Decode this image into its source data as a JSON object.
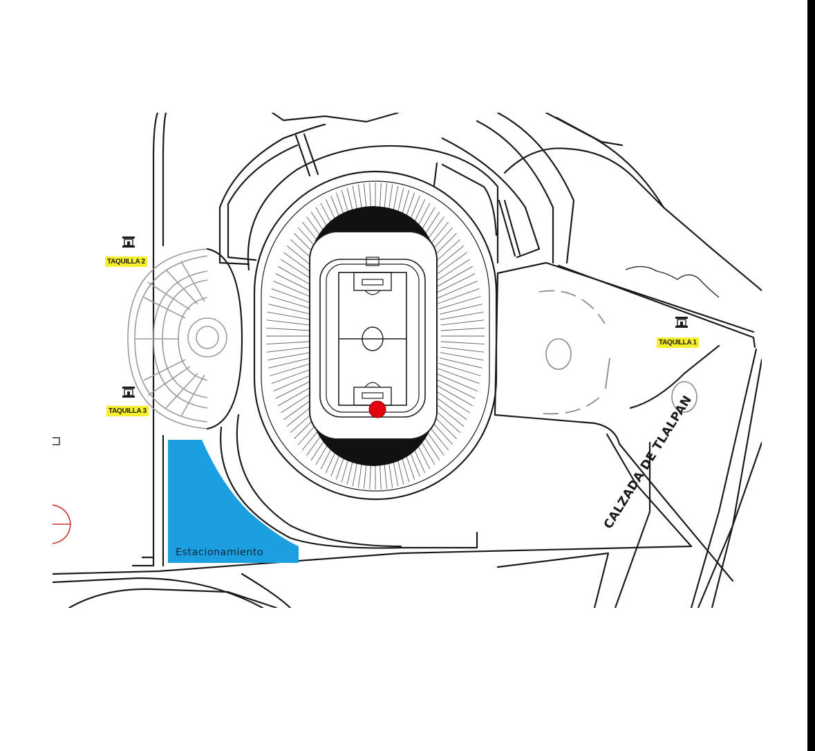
{
  "map": {
    "colors": {
      "background": "#ffffff",
      "outer_border": "#000000",
      "lines": "#1a1a1a",
      "ticket_label": "#f7ef2c",
      "parking_area": "#1b9fe0",
      "location_marker": "#e3000f",
      "stadium_dark_band": "#111111"
    },
    "ticket_booths": [
      {
        "label": "TAQUILLA 2",
        "icon": "ticket-booth-icon"
      },
      {
        "label": "TAQUILLA 3",
        "icon": "ticket-booth-icon"
      },
      {
        "label": "TAQUILLA 1",
        "icon": "ticket-booth-icon"
      }
    ],
    "parking": {
      "label": "Estacionamiento"
    },
    "road": {
      "label": "CALZADA DE TLALPAN"
    },
    "marker": {
      "icon": "location-marker-icon"
    }
  }
}
